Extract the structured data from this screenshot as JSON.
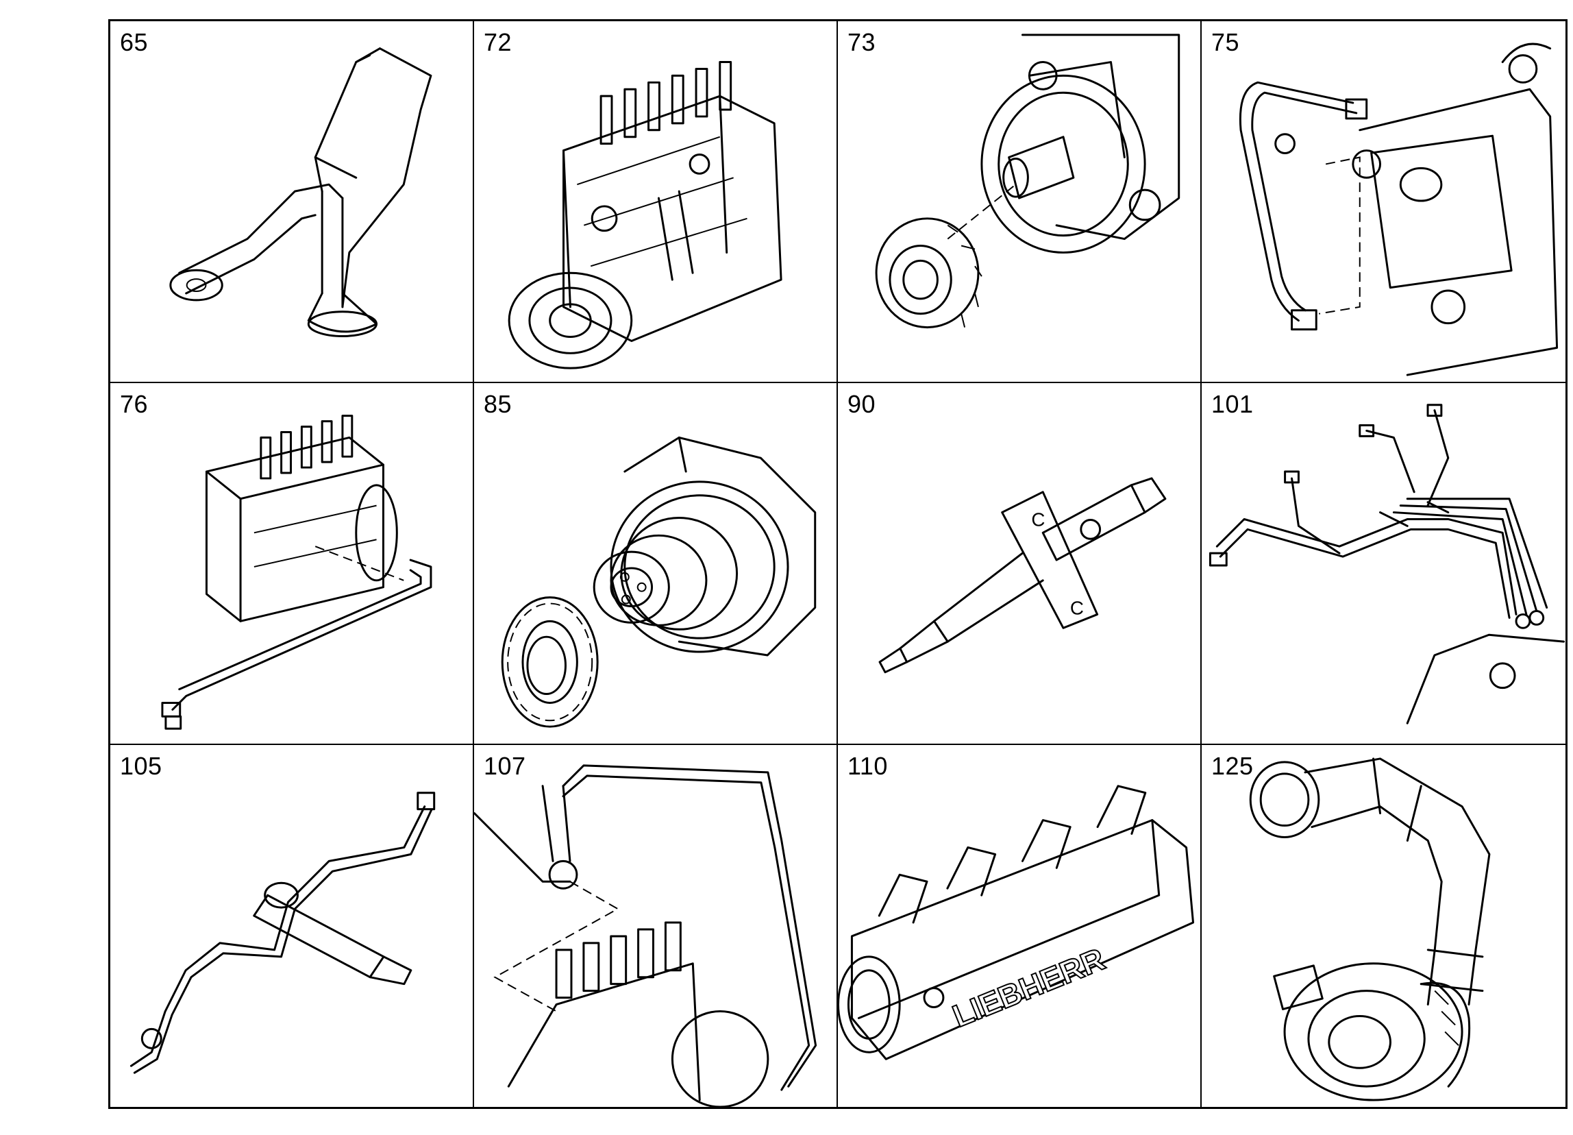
{
  "cells": [
    {
      "number": "65",
      "part": "pipe-bracket"
    },
    {
      "number": "72",
      "part": "injection-pump"
    },
    {
      "number": "73",
      "part": "pump-drive-gear"
    },
    {
      "number": "75",
      "part": "pump-pipe-line"
    },
    {
      "number": "76",
      "part": "pump-with-line"
    },
    {
      "number": "85",
      "part": "gear-and-pulley-housing"
    },
    {
      "number": "90",
      "part": "injector"
    },
    {
      "number": "101",
      "part": "injection-lines"
    },
    {
      "number": "105",
      "part": "injector-with-line"
    },
    {
      "number": "107",
      "part": "pump-with-leak-line"
    },
    {
      "number": "110",
      "part": "intake-manifold"
    },
    {
      "number": "125",
      "part": "turbocharger-hose"
    }
  ],
  "manifold_lettering": "LIEBHERR"
}
